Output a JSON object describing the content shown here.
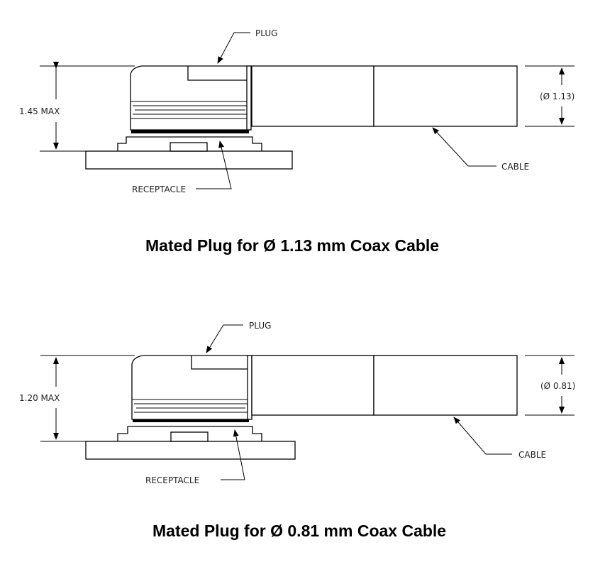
{
  "diagrams": [
    {
      "plug_label": "PLUG",
      "receptacle_label": "RECEPTACLE",
      "cable_label": "CABLE",
      "height_dimension": "1.45 MAX",
      "diameter_dimension": "(Ø 1.13)",
      "caption": "Mated Plug for Ø 1.13 mm Coax Cable"
    },
    {
      "plug_label": "PLUG",
      "receptacle_label": "RECEPTACLE",
      "cable_label": "CABLE",
      "height_dimension": "1.20 MAX",
      "diameter_dimension": "(Ø 0.81)",
      "caption": "Mated Plug for Ø 0.81 mm Coax Cable"
    }
  ]
}
